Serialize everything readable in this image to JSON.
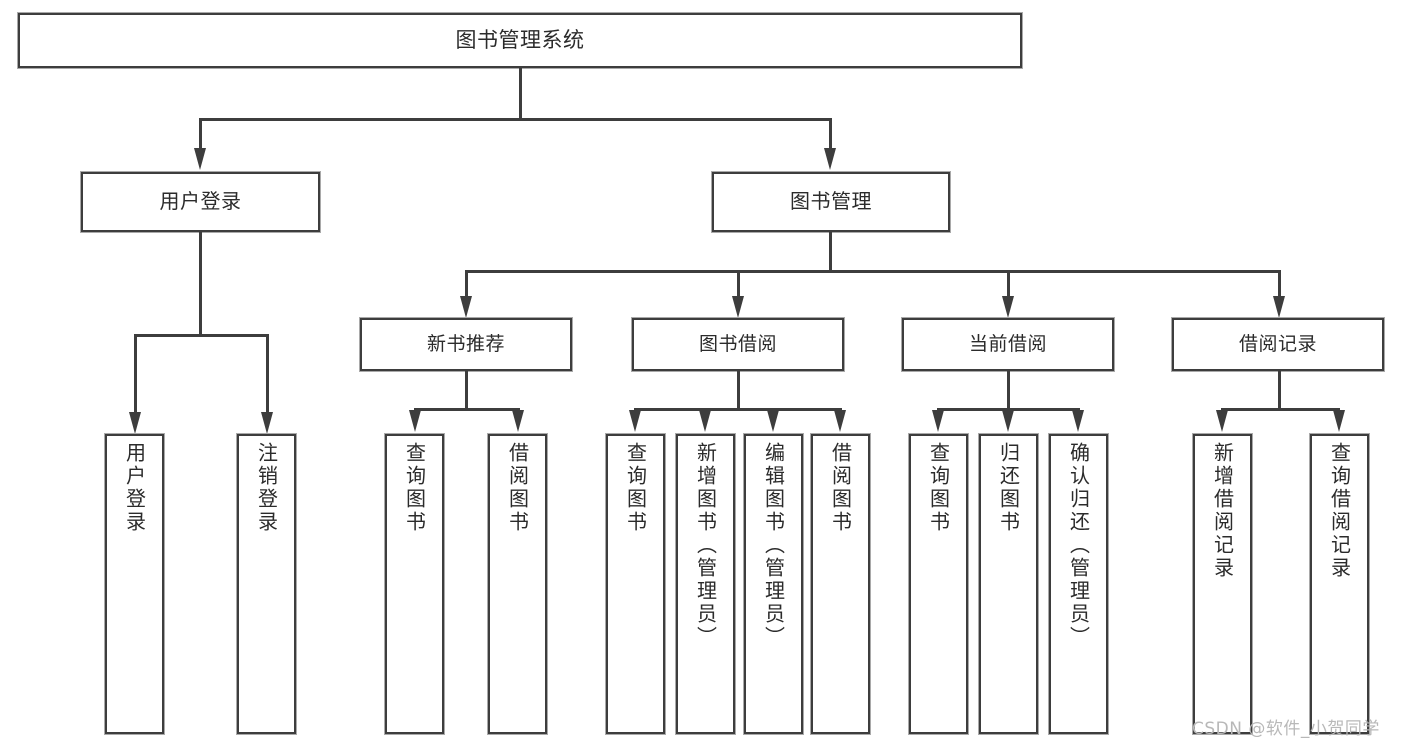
{
  "diagram": {
    "title": "图书管理系统",
    "type": "hierarchy-tree",
    "root": {
      "id": "root",
      "label": "图书管理系统"
    },
    "level1": [
      {
        "id": "user-login",
        "label": "用户登录"
      },
      {
        "id": "book-manage",
        "label": "图书管理"
      }
    ],
    "level2": [
      {
        "id": "new-book-recommend",
        "label": "新书推荐",
        "parent": "book-manage"
      },
      {
        "id": "book-borrow",
        "label": "图书借阅",
        "parent": "book-manage"
      },
      {
        "id": "current-borrow",
        "label": "当前借阅",
        "parent": "book-manage"
      },
      {
        "id": "borrow-record",
        "label": "借阅记录",
        "parent": "book-manage"
      }
    ],
    "leaves": {
      "user_login": [
        {
          "id": "leaf-user-login",
          "label": "用户登录"
        },
        {
          "id": "leaf-logout-login",
          "label": "注销登录"
        }
      ],
      "new_book_recommend": [
        {
          "id": "leaf-query-book-1",
          "label": "查询图书"
        },
        {
          "id": "leaf-borrow-book-1",
          "label": "借阅图书"
        }
      ],
      "book_borrow": [
        {
          "id": "leaf-query-book-2",
          "label": "查询图书"
        },
        {
          "id": "leaf-add-book-admin",
          "label": "新增图书（管理员）"
        },
        {
          "id": "leaf-edit-book-admin",
          "label": "编辑图书（管理员）"
        },
        {
          "id": "leaf-borrow-book-2",
          "label": "借阅图书"
        }
      ],
      "current_borrow": [
        {
          "id": "leaf-query-book-3",
          "label": "查询图书"
        },
        {
          "id": "leaf-return-book",
          "label": "归还图书"
        },
        {
          "id": "leaf-confirm-return-admin",
          "label": "确认归还（管理员）"
        }
      ],
      "borrow_record": [
        {
          "id": "leaf-add-borrow-record",
          "label": "新增借阅记录"
        },
        {
          "id": "leaf-query-borrow-record",
          "label": "查询借阅记录"
        }
      ]
    },
    "watermark": "CSDN @软件_小贺同学",
    "colors": {
      "border": "#3d3d3d",
      "border_outer": "#a9a9a9",
      "text": "#2b2b2b",
      "background": "#ffffff",
      "watermark": "#b8b8b8"
    }
  }
}
